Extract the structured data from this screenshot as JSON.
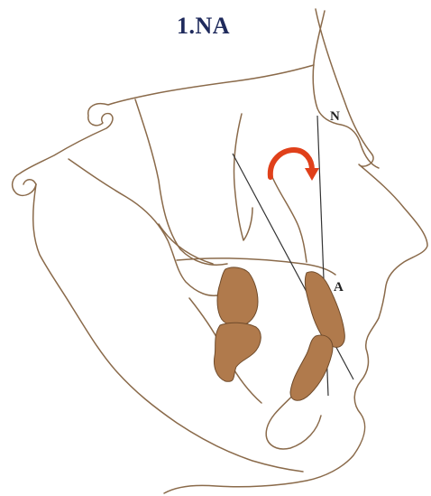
{
  "title": "1.NA",
  "points": {
    "n_label": "N",
    "a_label": "A"
  },
  "colors": {
    "trace": "#8a6a4a",
    "tooth": "#b07a4c",
    "arrow": "#e0401a",
    "title": "#1f2a5c",
    "reference_line": "#333333"
  },
  "icons": {
    "rotation": "curved-arrow-icon"
  }
}
